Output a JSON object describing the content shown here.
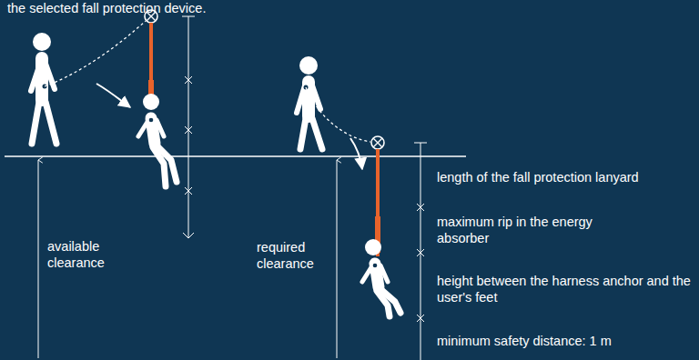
{
  "diagram": {
    "labels": [
      "the selected fall protection device.",
      "available clearance",
      "required clearance",
      "length of the fall protection lanyard",
      "maximum rip in the energy absorber",
      "height between the harness anchor and the user's feet",
      "minimum safety distance: 1 m"
    ]
  }
}
